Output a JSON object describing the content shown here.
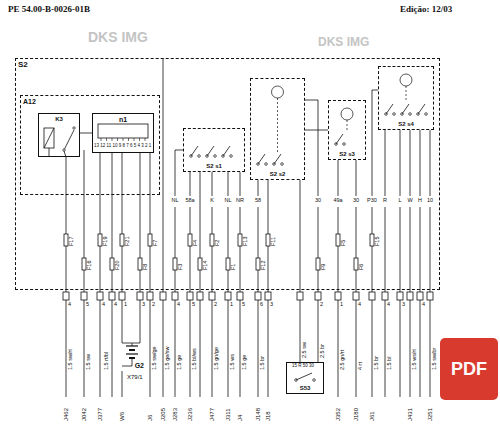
{
  "diagram": {
    "title": "PE 54.00-B-0026-01B",
    "nodes": [
      {
        "text": [
          "S2"
        ]
      },
      {
        "text": [
          "A12"
        ],
        "in": 0
      },
      {
        "text": [
          "K3"
        ],
        "in": 1
      },
      {
        "text": [
          "n1"
        ],
        "in": 1
      },
      {
        "text": [
          "S2 s1"
        ],
        "in": 0
      },
      {
        "text": [
          "S2 s2"
        ],
        "in": 0
      },
      {
        "text": [
          "S2 s3"
        ],
        "in": 0
      },
      {
        "text": [
          "S2 s4"
        ],
        "in": 0
      },
      {
        "text": [
          "G2"
        ]
      },
      {
        "text": [
          "S53"
        ]
      },
      {
        "text": [
          "PDF"
        ]
      }
    ],
    "edges": [
      {
        "from": 2,
        "to": 3,
        "arrow": "none"
      },
      {
        "from": 5,
        "to": 6,
        "arrow": "none"
      }
    ],
    "labels": [
      "Edição: 12/03",
      "DKS IMG",
      "DKS IMG",
      "NL",
      "58a",
      "K",
      "NL",
      "NR",
      "58",
      "30",
      "49a",
      "30",
      "P30",
      "R",
      "L",
      "W",
      "H",
      "10",
      "F17",
      "F16",
      "F19",
      "F20",
      "F21",
      "F8",
      "F7",
      "F3",
      "F4",
      "F14",
      "F2",
      "F1",
      "F13",
      "F12",
      "F11",
      "F9",
      "F5",
      "F6",
      "F15",
      "4",
      "5",
      "4",
      "4",
      "1",
      "3",
      "2",
      "4",
      "5",
      "2",
      "1",
      "5",
      "6",
      "3",
      "2",
      "1",
      "4",
      "4",
      "3",
      "4",
      "1.5 sw/rt",
      "1.5 sw",
      "1.5 rt/bl",
      "1.5 sw/ge",
      "1.5 ge/sw",
      "1.5 ge",
      "1.5 bl/ws",
      "1.5 gn/ge",
      "1.5 ws",
      "1.5 ge",
      "1.5 br",
      "2.5 sw",
      "2.5 br",
      "2.5 gn/rt",
      "4 rt",
      "1.5 br",
      "1.5 bl",
      "1.5 ws/rt",
      "1.5 sw/br",
      "J462",
      "J042",
      "J377",
      "W6",
      "J6",
      "J205",
      "J283",
      "J236",
      "J477",
      "J311",
      "J4",
      "J148",
      "J18",
      "J352",
      "J180",
      "J61",
      "J431",
      "J251",
      "X79/1",
      "13 12 11 10 9 8 7 6 5 4 3 2 1",
      "15 R 50 30"
    ]
  }
}
